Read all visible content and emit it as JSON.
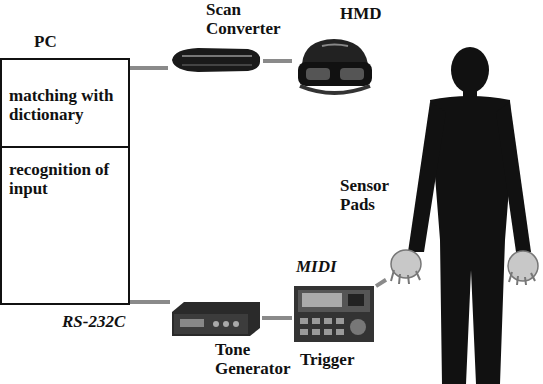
{
  "diagram": {
    "nodes": [
      {
        "text": [
          "PC",
          "matching with dictionary",
          "recognition of input"
        ]
      },
      {
        "text": [
          "Scan Converter"
        ]
      },
      {
        "text": [
          "HMD"
        ]
      },
      {
        "text": [
          "Tone Generator"
        ]
      },
      {
        "text": [
          "Trigger"
        ]
      },
      {
        "text": [
          "Sensor Pads"
        ]
      }
    ],
    "edges": [
      {
        "from": 0,
        "to": 1,
        "arrow": "none"
      },
      {
        "from": 1,
        "to": 2,
        "arrow": "none"
      },
      {
        "from": 0,
        "to": 3,
        "label": "RS-232C",
        "arrow": "none"
      },
      {
        "from": 3,
        "to": 4,
        "label": "MIDI",
        "arrow": "none"
      },
      {
        "from": 4,
        "to": 5,
        "arrow": "none"
      }
    ]
  }
}
